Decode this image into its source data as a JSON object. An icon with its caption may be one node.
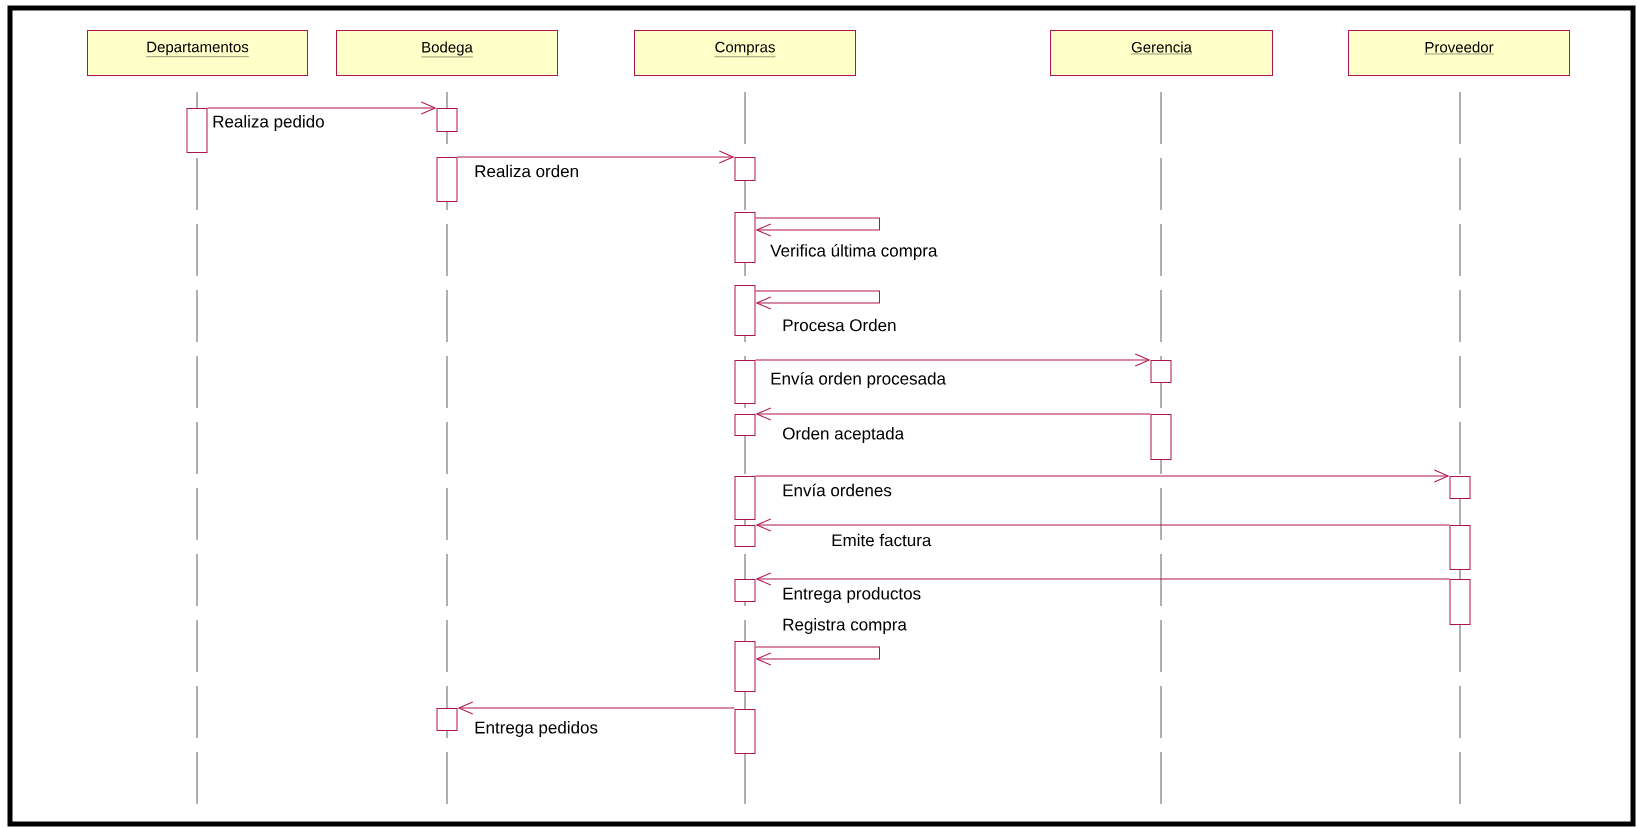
{
  "diagram": {
    "nodes": [
      {
        "text": [
          "Departamentos"
        ]
      },
      {
        "text": [
          "Bodega"
        ]
      },
      {
        "text": [
          "Compras"
        ]
      },
      {
        "text": [
          "Gerencia"
        ]
      },
      {
        "text": [
          "Proveedor"
        ]
      },
      {
        "text": [],
        "shape": "bar"
      },
      {
        "text": [],
        "shape": "bar"
      },
      {
        "text": [],
        "shape": "bar"
      },
      {
        "text": [],
        "shape": "bar"
      },
      {
        "text": [],
        "shape": "bar"
      },
      {
        "text": [],
        "shape": "bar"
      },
      {
        "text": [],
        "shape": "bar"
      },
      {
        "text": [],
        "shape": "bar"
      },
      {
        "text": [],
        "shape": "bar"
      },
      {
        "text": [],
        "shape": "bar"
      },
      {
        "text": [],
        "shape": "bar"
      },
      {
        "text": [],
        "shape": "bar"
      },
      {
        "text": [],
        "shape": "bar"
      },
      {
        "text": [],
        "shape": "bar"
      },
      {
        "text": [],
        "shape": "bar"
      },
      {
        "text": [],
        "shape": "bar"
      },
      {
        "text": [],
        "shape": "bar"
      },
      {
        "text": [],
        "shape": "bar"
      },
      {
        "text": [],
        "shape": "bar"
      }
    ],
    "edges": [
      {
        "from": 5,
        "to": 6,
        "arrow": "to",
        "label": "Realiza pedido"
      },
      {
        "from": 7,
        "to": 8,
        "arrow": "to",
        "label": "Realiza orden"
      },
      {
        "from": 9,
        "to": 9,
        "arrow": "to",
        "label": "Verifica última compra"
      },
      {
        "from": 10,
        "to": 10,
        "arrow": "to",
        "label": "Procesa Orden"
      },
      {
        "from": 11,
        "to": 12,
        "arrow": "to",
        "label": "Envía orden procesada"
      },
      {
        "from": 14,
        "to": 13,
        "arrow": "to",
        "label": "Orden aceptada"
      },
      {
        "from": 15,
        "to": 16,
        "arrow": "to",
        "label": "Envía ordenes"
      },
      {
        "from": 18,
        "to": 17,
        "arrow": "to",
        "label": "Emite factura"
      },
      {
        "from": 20,
        "to": 19,
        "arrow": "to",
        "label": "Entrega productos"
      },
      {
        "from": 21,
        "to": 21,
        "arrow": "to",
        "label": "Registra compra"
      },
      {
        "from": 23,
        "to": 22,
        "arrow": "to",
        "label": "Entrega pedidos"
      }
    ]
  }
}
